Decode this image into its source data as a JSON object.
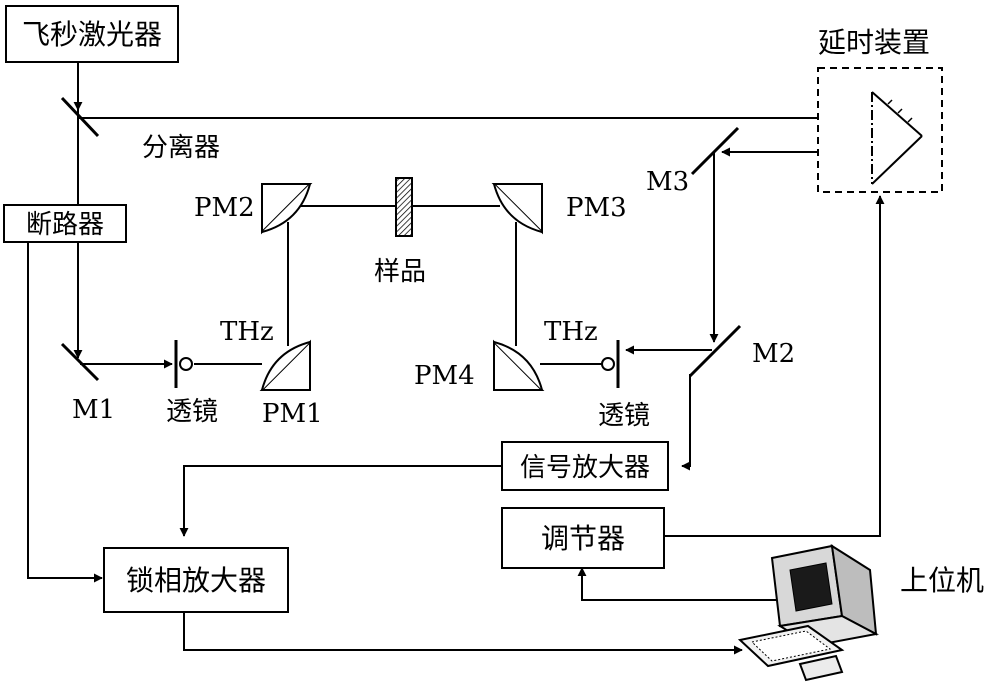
{
  "boxes": {
    "laser": "飞秒激光器",
    "chopper": "断路器",
    "lockin": "锁相放大器",
    "signal_amp": "信号放大器",
    "regulator": "调节器"
  },
  "labels": {
    "delay": "延时装置",
    "splitter": "分离器",
    "sample": "样品",
    "host": "上位机",
    "pm1": "PM1",
    "pm2": "PM2",
    "pm3": "PM3",
    "pm4": "PM4",
    "m1": "M1",
    "m2": "M2",
    "m3": "M3",
    "thz_left": "THz",
    "thz_right": "THz",
    "lens_left": "透镜",
    "lens_right": "透镜"
  }
}
